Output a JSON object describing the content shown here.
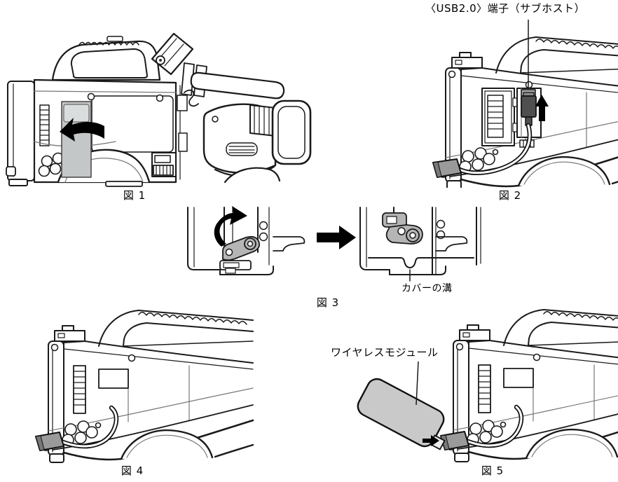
{
  "annotations": {
    "usb_terminal_label": "〈USB2.0〉端子（サブホスト）",
    "cover_groove_label": "カバーの溝",
    "wireless_module_label": "ワイヤレスモジュール"
  },
  "figures": [
    {
      "id": "fig1",
      "caption": "図 1"
    },
    {
      "id": "fig2",
      "caption": "図 2"
    },
    {
      "id": "fig3",
      "caption": "図 3"
    },
    {
      "id": "fig4",
      "caption": "図 4"
    },
    {
      "id": "fig5",
      "caption": "図 5"
    }
  ],
  "colors": {
    "line": "#1a1a1a",
    "thin_line": "#777777",
    "cover_gray": "#c4c7c7",
    "button_gray": "#dadddd",
    "latch_gray": "#b5b5b5",
    "plug_dark": "#4f4f4f",
    "connector_gray": "#9a9a9a",
    "module_gray": "#c9c9c9",
    "arrow_black": "#000000",
    "background": "#ffffff"
  }
}
